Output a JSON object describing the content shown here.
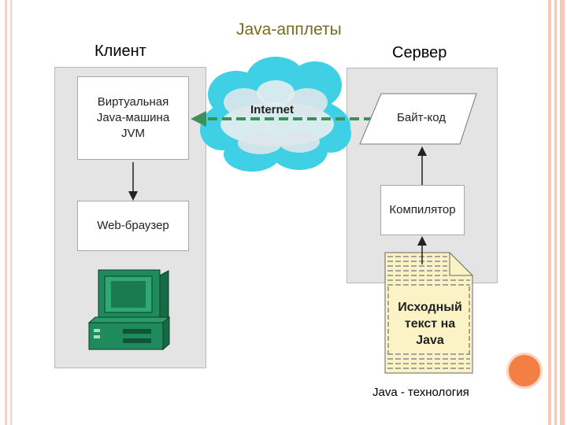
{
  "title": "Java-апплеты",
  "client": {
    "label": "Клиент",
    "jvm_box": "Виртуальная\nJava-машина\nJVM",
    "browser_box": "Web-браузер"
  },
  "server": {
    "label": "Сервер",
    "bytecode_box": "Байт-код",
    "compiler_box": "Компилятор",
    "source_doc": "Исходный\nтекст на\nJava"
  },
  "network": {
    "label": "Internet"
  },
  "footer": "Java - технология",
  "colors": {
    "title": "#7a6a1e",
    "cloud": "#3fd0e6",
    "internet_arrow": "#3f8f5a",
    "computer": "#1f8a5c",
    "document": "#fbf3c6",
    "accent_circle": "#f47f45",
    "stripe": "#f6c9b6"
  }
}
